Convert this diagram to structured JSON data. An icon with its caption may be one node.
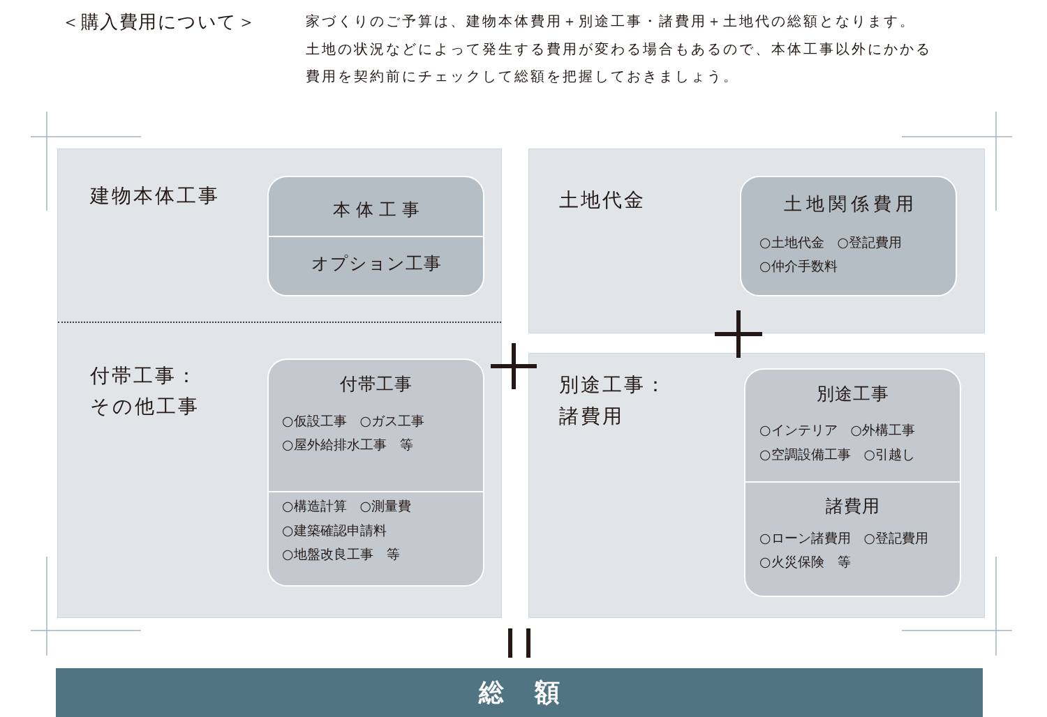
{
  "diagram": {
    "title": "＜購入費用について＞",
    "nodes": [
      {
        "text": [
          "建物本体工事"
        ]
      },
      {
        "text": [
          "本体工事",
          "オプション工事"
        ],
        "in": 0
      },
      {
        "text": [
          "土地代金"
        ]
      },
      {
        "text": [
          "土地関係費用",
          "○土地代金　○登記費用",
          "○仲介手数料"
        ],
        "in": 2
      },
      {
        "text": [
          "付帯工事：その他工事"
        ]
      },
      {
        "text": [
          "付帯工事",
          "○仮設工事　○ガス工事",
          "○屋外給排水工事　等",
          "○構造計算　○測量費",
          "○建築確認申請料",
          "○地盤改良工事　等"
        ],
        "in": 4
      },
      {
        "text": [
          "別途工事：諸費用"
        ]
      },
      {
        "text": [
          "別途工事",
          "○インテリア　○外構工事",
          "○空調設備工事　○引越し",
          "諸費用",
          "○ローン諸費用　○登記費用",
          "○火災保険　等"
        ],
        "in": 6
      },
      {
        "text": [
          "総　額"
        ]
      }
    ],
    "labels": [
      "家づくりのご予算は、建物本体費用＋別途工事・諸費用＋土地代の総額となります。",
      "土地の状況などによって発生する費用が変わる場合もあるので、本体工事以外にかかる費用を契約前にチェックして総額を把握しておきましょう。"
    ]
  }
}
